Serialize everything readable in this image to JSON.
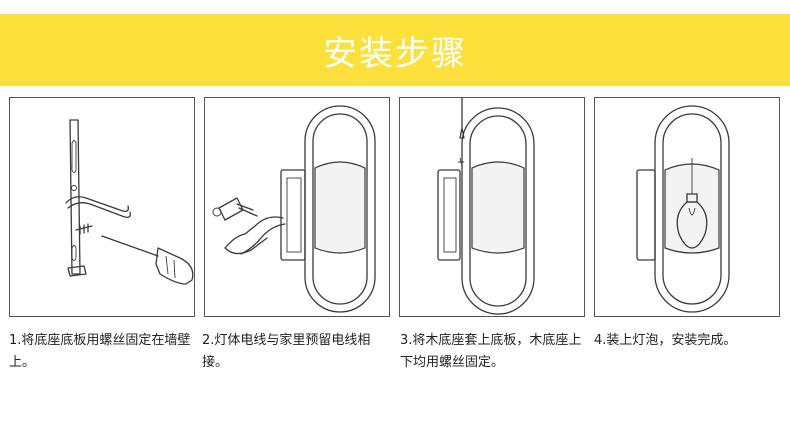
{
  "banner": {
    "title": "安装步骤",
    "color": "#fde03c"
  },
  "steps": [
    {
      "caption": "1.将底座底板用螺丝固定在墙壁上。",
      "icon": "bracket-and-screwdriver"
    },
    {
      "caption": "2.灯体电线与家里预留电线相接。",
      "icon": "wire-connection"
    },
    {
      "caption": "3.将木底座套上底板，木底座上下均用螺丝固定。",
      "icon": "screw-fixing-base"
    },
    {
      "caption": "4.装上灯泡，安装完成。",
      "icon": "bulb-installed"
    }
  ]
}
